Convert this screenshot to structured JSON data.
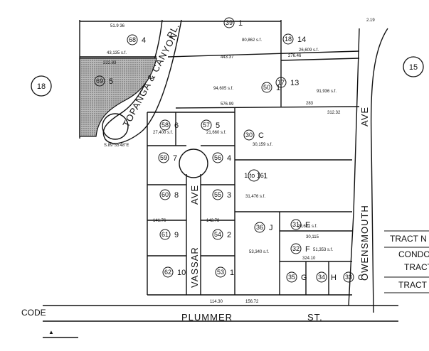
{
  "streets": {
    "plummer": "PLUMMER",
    "plummer_suffix": "ST.",
    "vassar": "VASSAR",
    "vassar_suffix": "AVE",
    "owensmouth": "OWENSMOUTH",
    "owensmouth_suffix": "AVE",
    "topanga": "TOPANGA & CANYON",
    "topanga_suffix": "PL."
  },
  "map_pages": {
    "left": "18",
    "right": "15"
  },
  "footer": {
    "code_label": "CODE"
  },
  "legend_cutoff": [
    "TRACT N",
    "CONDOM",
    "TRACT",
    "TRACT"
  ],
  "lots": [
    {
      "lot": "4",
      "parcel": "68"
    },
    {
      "lot": "5",
      "parcel": "69"
    },
    {
      "lot": "1",
      "parcel": "39"
    },
    {
      "lot": "14",
      "parcel": "18"
    },
    {
      "lot": "1",
      "parcel": "50"
    },
    {
      "lot": "13",
      "parcel": "17"
    },
    {
      "lot": "6",
      "parcel": "58"
    },
    {
      "lot": "5",
      "parcel": "57"
    },
    {
      "lot": "C",
      "parcel": "30"
    },
    {
      "lot": "7",
      "parcel": "59"
    },
    {
      "lot": "4",
      "parcel": "56"
    },
    {
      "lot": "1",
      "parcel": "1 to 16"
    },
    {
      "lot": "8",
      "parcel": "60"
    },
    {
      "lot": "3",
      "parcel": "55"
    },
    {
      "lot": "J",
      "parcel": "36"
    },
    {
      "lot": "E",
      "parcel": "31"
    },
    {
      "lot": "9",
      "parcel": "61"
    },
    {
      "lot": "2",
      "parcel": "54"
    },
    {
      "lot": "F",
      "parcel": "32"
    },
    {
      "lot": "10",
      "parcel": "62"
    },
    {
      "lot": "1",
      "parcel": "53"
    },
    {
      "lot": "G",
      "parcel": "35"
    },
    {
      "lot": "H",
      "parcel": "34"
    },
    {
      "lot": "C",
      "parcel": "33"
    }
  ],
  "measurements": [
    "51.9 36",
    "43,135 s.f.",
    "222.83",
    "80,862 s.f.",
    "443.37",
    "276.46",
    "26,609 s.f.",
    "94,605 s.f.",
    "91,936 s.f.",
    "576.99",
    "283",
    "312.32",
    "27,400 s.f.",
    "21,660 s.f.",
    "30,159 s.f.",
    "31,476 s.f.",
    "29,621 s.f.",
    "30,115",
    "51,353 s.f.",
    "324.10",
    "53,340 s.f.",
    "156.72",
    "114.30",
    "141.76",
    "142.78",
    "2.19",
    "S.89°55'48\"E"
  ]
}
